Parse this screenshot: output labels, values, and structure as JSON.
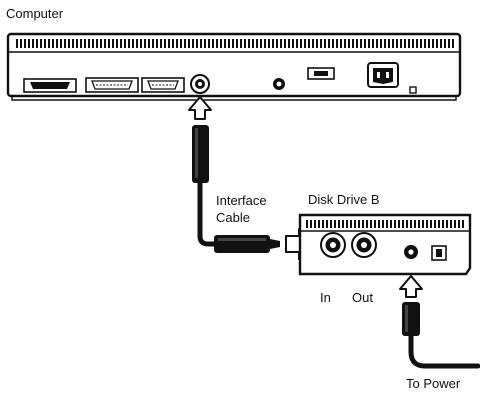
{
  "labels": {
    "computer": "Computer",
    "interface_cable_line1": "Interface",
    "interface_cable_line2": "Cable",
    "disk_drive": "Disk Drive B",
    "in_port": "In",
    "out_port": "Out",
    "to_power": "To Power"
  },
  "colors": {
    "line": "#111111",
    "fill_dark": "#111111",
    "fill_light": "#ffffff"
  },
  "icons": {
    "arrow_up": "arrow-up-outline",
    "arrow_right": "arrow-right-outline"
  }
}
